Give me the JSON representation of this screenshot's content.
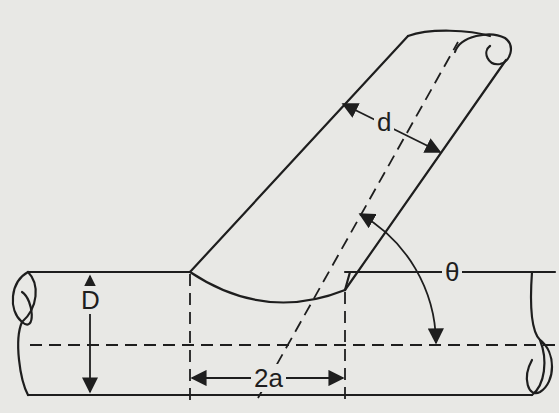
{
  "diagram": {
    "labels": [
      "D",
      "d",
      "θ",
      "2a"
    ]
  }
}
